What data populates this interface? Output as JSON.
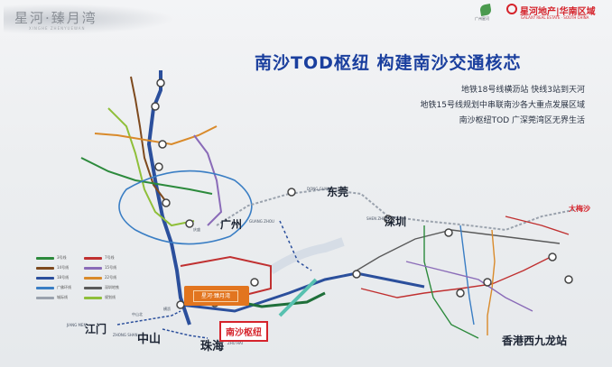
{
  "brand": {
    "name": "星河·臻月湾",
    "sub": "XINGHE ZHENYUEWAN"
  },
  "logos": {
    "developer_small": "广州星河",
    "developer": "星河地产|华南区域",
    "developer_sub": "GALAXY REAL ESTATE · SOUTH CHINA"
  },
  "headline": "南沙TOD枢纽 构建南沙交通核芯",
  "bullets": [
    "地铁18号线横沥站 快线3站到天河",
    "地铁15号线规划中串联南沙各大重点发展区域",
    "南沙枢纽TOD 广深莞湾区无界生活"
  ],
  "cities": {
    "dongguan": {
      "cn": "东莞",
      "py": "DONG GUAN"
    },
    "guangzhou": {
      "cn": "广州",
      "py": "GUANG ZHOU"
    },
    "shenzhen": {
      "cn": "深圳",
      "py": "SHEN ZHEN"
    },
    "jiangmen": {
      "cn": "江门",
      "py": "JIANG MEN"
    },
    "zhongshan": {
      "cn": "中山",
      "py": "ZHONG SHAN"
    },
    "zhuhai": {
      "cn": "珠海",
      "py": "ZHU HAI"
    }
  },
  "project_box": "星河·臻月湾",
  "hub_badge": "南沙枢纽",
  "hk_station": "香港西九龙站",
  "dameisha": "大梅沙",
  "stations": {
    "hengli": "横沥",
    "qingsheng": "庆盛",
    "zhongshan_n": "中山北"
  },
  "legend": [
    {
      "label": "3号线",
      "color": "#2c8a3c"
    },
    {
      "label": "7号线",
      "color": "#c03030"
    },
    {
      "label": "14号线",
      "color": "#7e4a1e"
    },
    {
      "label": "15号线",
      "color": "#8a6bb8"
    },
    {
      "label": "18号线",
      "color": "#2b4f9c"
    },
    {
      "label": "22号线",
      "color": "#d98a2a"
    },
    {
      "label": "广佛环线",
      "color": "#3a7ec4"
    },
    {
      "label": "深圳地铁",
      "color": "#5a5a5a"
    },
    {
      "label": "城际线",
      "color": "#9aa2ad"
    },
    {
      "label": "规划线",
      "color": "#8fbf3a"
    }
  ],
  "colors": {
    "headline": "#1a3f9e",
    "accent_red": "#d5232b",
    "project_orange": "#e2751f"
  }
}
